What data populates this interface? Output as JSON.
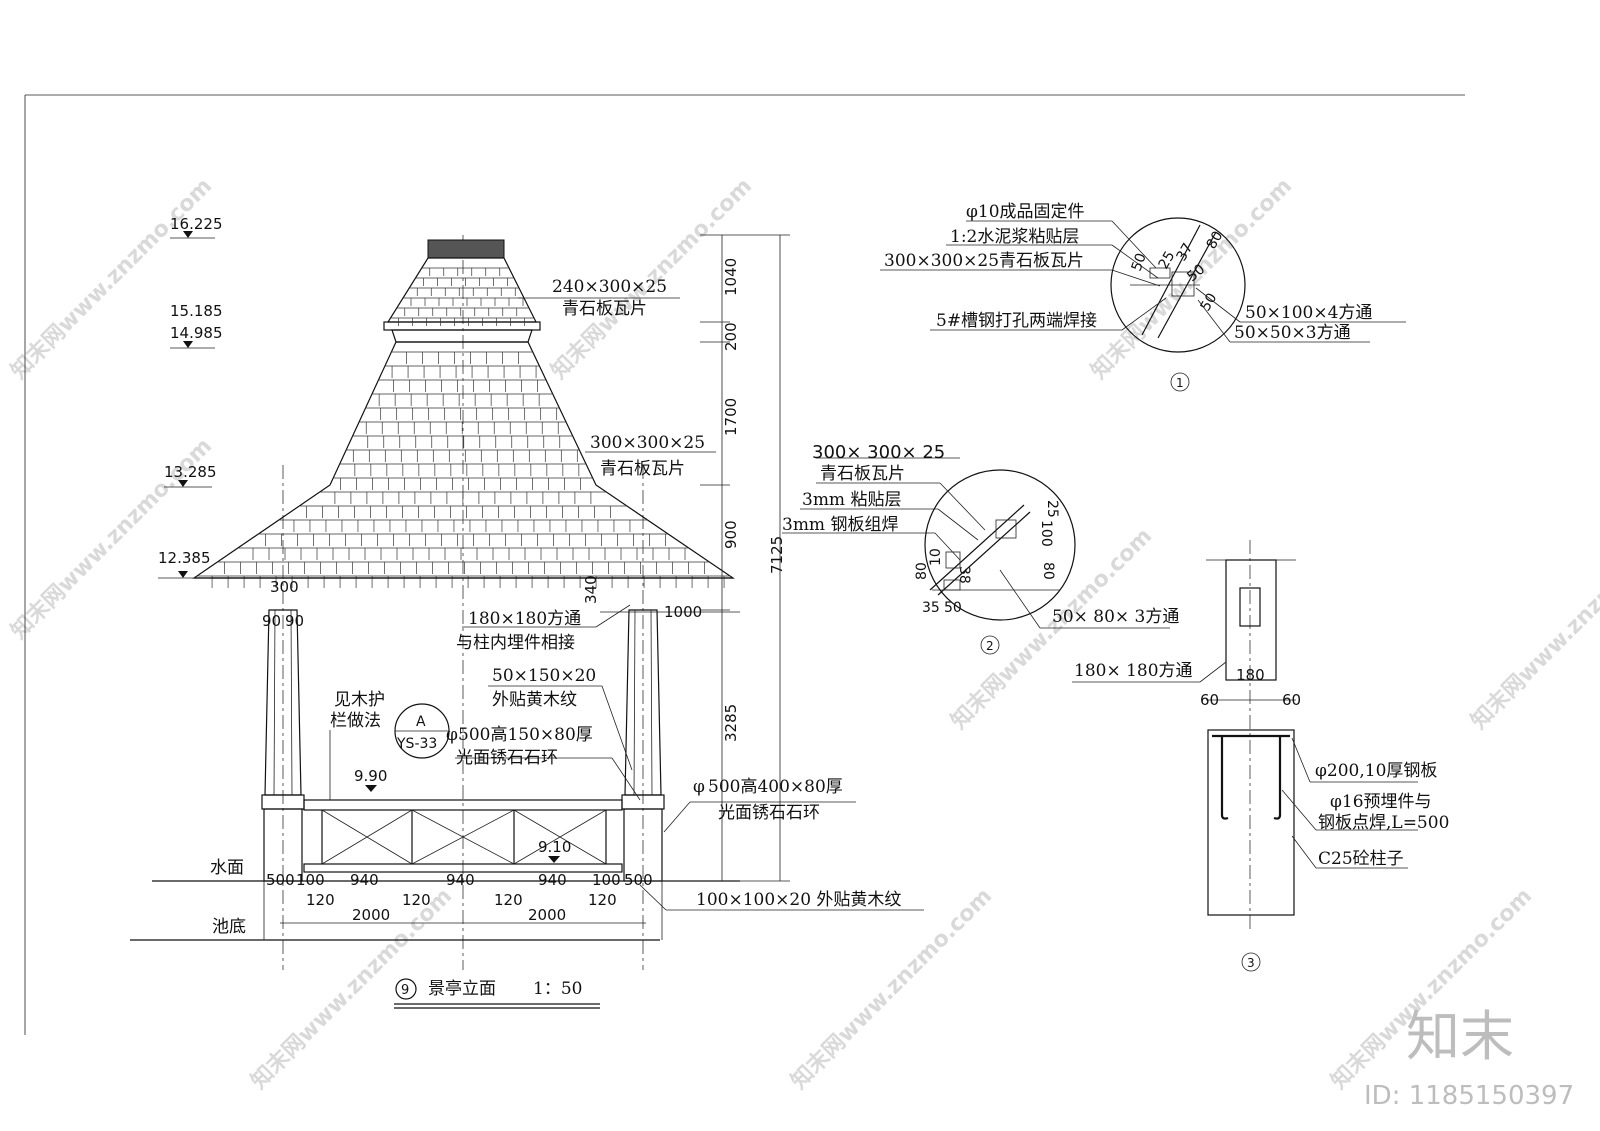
{
  "elevation": {
    "levels": [
      "16.225",
      "15.185",
      "14.985",
      "13.285",
      "12.385"
    ],
    "marks": {
      "rail": "9.90",
      "floor": "9.10"
    },
    "water_label": "水面",
    "bottom_label": "池底",
    "roof_dims": [
      "1040",
      "200",
      "1700",
      "900",
      "7125",
      "340",
      "1000",
      "3285"
    ],
    "top_dims": [
      "300",
      "90",
      "90"
    ],
    "bottom_dims_top": [
      "500",
      "100",
      "940",
      "940",
      "940",
      "100",
      "500"
    ],
    "bottom_dims_mid": [
      "120",
      "120",
      "120",
      "120"
    ],
    "bottom_dims_low": [
      "2000",
      "2000"
    ],
    "annotations": {
      "tile_top_1": "240×300×25",
      "tile_top_2": "青石板瓦片",
      "tile_main_1": "300×300×25",
      "tile_main_2": "青石板瓦片",
      "tube_1": "180×180方通",
      "tube_2": "与柱内埋件相接",
      "wood_1": "50×150×20",
      "wood_2": "外贴黄木纹",
      "rail_1": "见木护",
      "rail_2": "栏做法",
      "ring_1": "500高150×80厚",
      "ring_1_prefix": "φ",
      "ring_2": "光面锈石石环",
      "ring_big_1": "500高400×80厚",
      "ring_big_1_prefix": "φ",
      "ring_big_2": "光面锈石石环",
      "base_wood": "100×100×20 外贴黄木纹"
    },
    "callout": {
      "letter": "A",
      "ref": "YS-33"
    },
    "title": {
      "num": "9",
      "text": "景亭立面",
      "scale": "1：50"
    }
  },
  "detail1": {
    "labels": [
      "φ10成品固定件",
      "1:2水泥浆粘贴层",
      "300×300×25青石板瓦片",
      "5#槽钢打孔两端焊接",
      "50×100×4方通",
      "50×50×3方通"
    ],
    "dims": [
      "50",
      "25",
      "37",
      "80",
      "50",
      "50"
    ],
    "num": "1"
  },
  "detail2": {
    "labels": [
      "300× 300× 25",
      "青石板瓦片",
      "3mm 粘贴层",
      "3mm 钢板组焊",
      "50× 80× 3方通"
    ],
    "dims": [
      "25",
      "100",
      "10",
      "38",
      "80",
      "80",
      "35",
      "50"
    ],
    "num": "2"
  },
  "detail3": {
    "labels": [
      "180× 180方通",
      "φ200,10厚钢板",
      "φ16预埋件与",
      "钢板点焊,L=500",
      "C25砼柱子"
    ],
    "dims": [
      "180",
      "60",
      "60"
    ],
    "num": "3"
  },
  "brand": {
    "logo": "知末",
    "id": "ID: 1185150397",
    "wm_text": "知末网www.znzmo.com"
  }
}
